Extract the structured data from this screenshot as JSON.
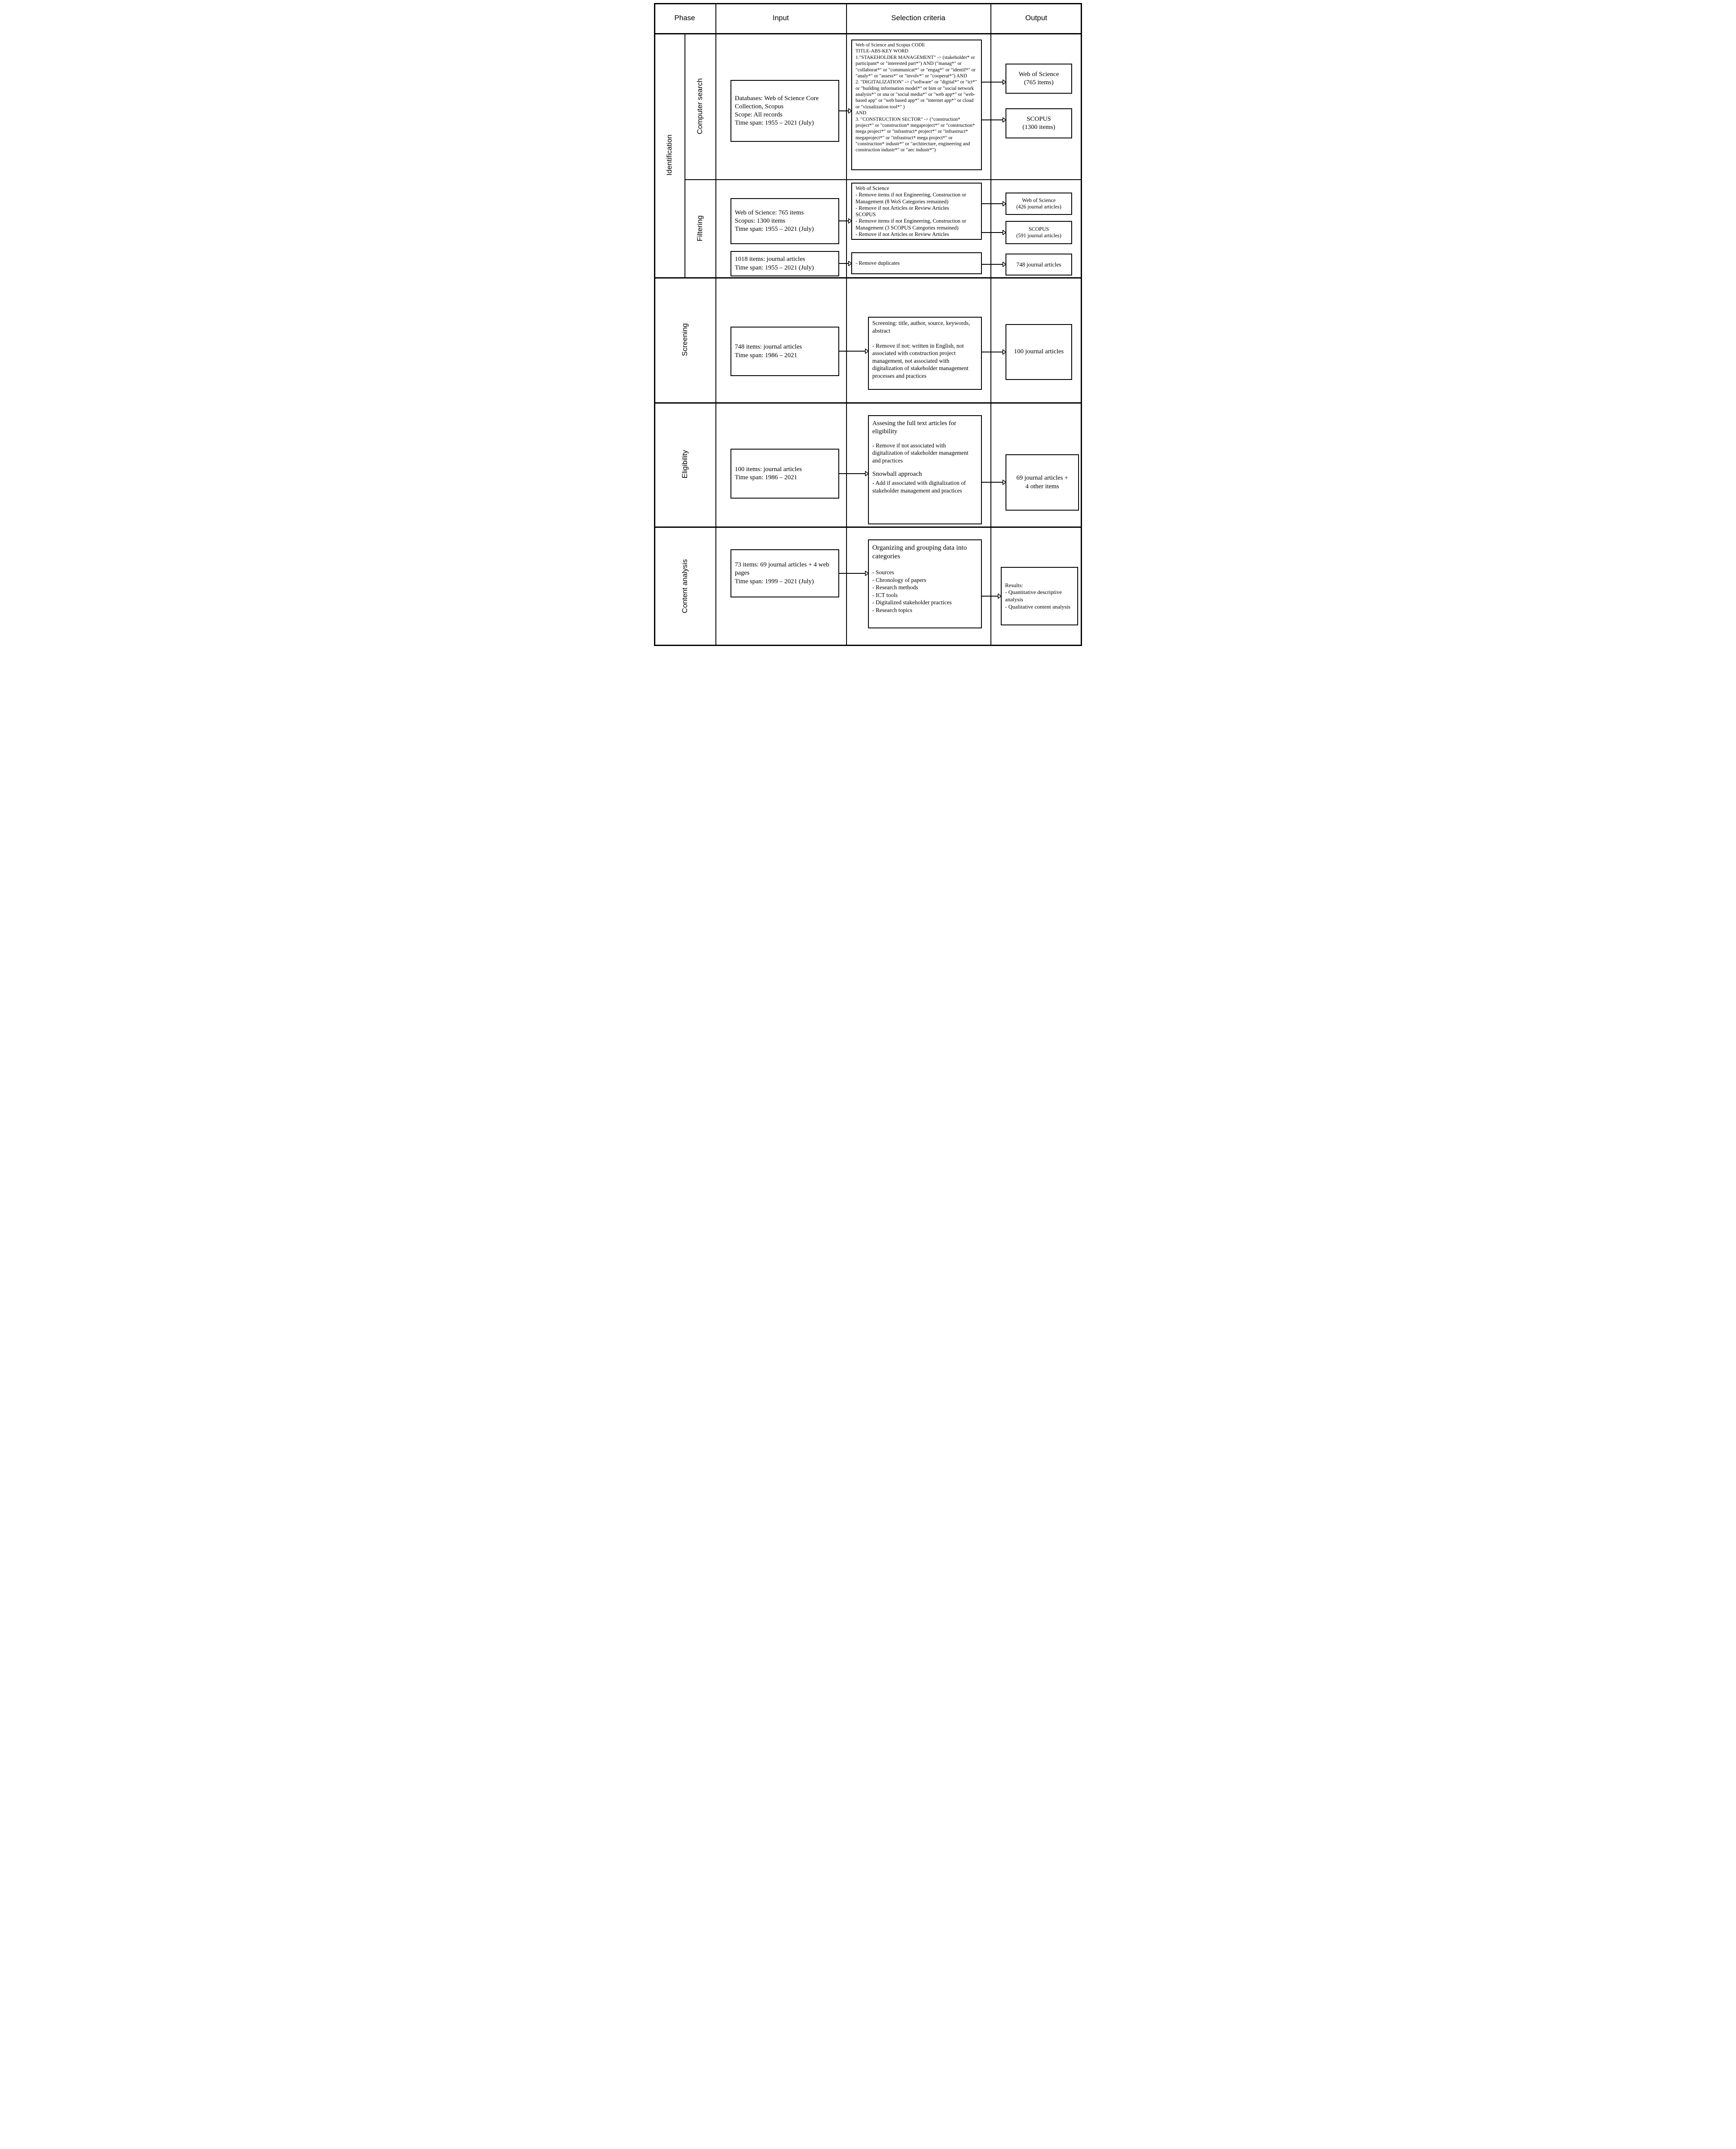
{
  "header": {
    "phase": "Phase",
    "input": "Input",
    "selection_criteria": "Selection criteria",
    "output": "Output"
  },
  "phases": {
    "identification": "Identification",
    "computer_search": "Computer search",
    "filtering": "Filtering",
    "screening": "Screening",
    "eligibility": "Eligibility",
    "content_analysis": "Content analysis"
  },
  "computer_search": {
    "input": "Databases: Web of Science Core Collection, Scopus\nScope: All records\nTime span: 1955 – 2021 (July)",
    "selection": "Web of Science and Scopus CODE\nTITLE-ABS-KEY WORD\n1.\"STAKEHOLDER MANAGEMENT\" -> (stakeholder* or participant* or \"interested part*\") AND (\"manag*\" or \"collaborat*\" or \"communicat*\" or \"engag*\" or \"identif*\" or \"analy*\" or \"assess*\" or \"involv*\" or \"cooperat*\") AND\n2. \"DIGITALIZATION\" -> (\"software\" or \"digital*\" or \"ict*\" or \"building information model*\" or bim or \"social network analysis*\" or sna or \"social media*\" or \"web app*\" or \"web-based app\" or \"web based app*\" or \"internet app*\" or cloud or \"vizualization tool*\" )\nAND\n3. \"CONSTRUCTION SECTOR\" -> (\"construction* project*\" or \"construction* megaproject*\" or \"construction* mega project*\" or \"infrastruct* project*\" or \"infrastruct* megaproject*\" or \"infrastruct* mega project*\" or \"construction* industr*\" or \"architecture, engineering and construction industr*\" or \"aec industr*\")",
    "output_1": "Web of Science\n(765 items)",
    "output_2": "SCOPUS\n(1300 items)"
  },
  "filtering": {
    "input_1": "Web of Science: 765 items\nScopus: 1300 items\nTime span: 1955 – 2021 (July)",
    "selection_1": "Web of Science\n- Remove items if not Engineering, Construction or Management (8 WoS Categories remained)\n- Remove if not Articles or Review Articles\nSCOPUS\n- Remove items if not Engineering, Construction or Management (3 SCOPUS Categories remained)\n- Remove if not Articles or Review Articles",
    "output_1": "Web of Science\n(426 journal articles)",
    "output_2": "SCOPUS\n(591 journal articles)",
    "input_2": "1018 items: journal articles\nTime span: 1955 – 2021 (July)",
    "selection_2": "- Remove duplicates",
    "output_3": "748 journal articles"
  },
  "screening": {
    "input": "748 items: journal articles\nTime span: 1986 – 2021",
    "selection": "Screening: title, author, source, keywords, abstract\n\n- Remove if not: written in English, not associated with construction project management, not associated with digitalization of stakeholder management processes and practices",
    "output": "100 journal articles"
  },
  "eligibility": {
    "input": "100 items: journal articles\nTime span: 1986 – 2021",
    "selection_title": "Assesing the full text articles for eligibility",
    "selection_body": "- Remove if not associated with digitalization of stakeholder management and practices",
    "selection_subtitle": "Snowball approach",
    "selection_body_2": "- Add if associated with digitalization of stakeholder management and practices",
    "output": "69 journal articles +\n4 other items"
  },
  "content_analysis": {
    "input": "73 items: 69 journal articles + 4 web pages\nTime span: 1999 – 2021 (July)",
    "selection_title": "Organizing and grouping data into categories",
    "selection_body": "- Sources\n- Chronology of papers\n- Research methods\n- ICT tools\n- Digitalized stakeholder practices\n- Research topics",
    "output": "Results:\n- Quantitative descriptive analysis\n- Qualitative content analysis"
  }
}
